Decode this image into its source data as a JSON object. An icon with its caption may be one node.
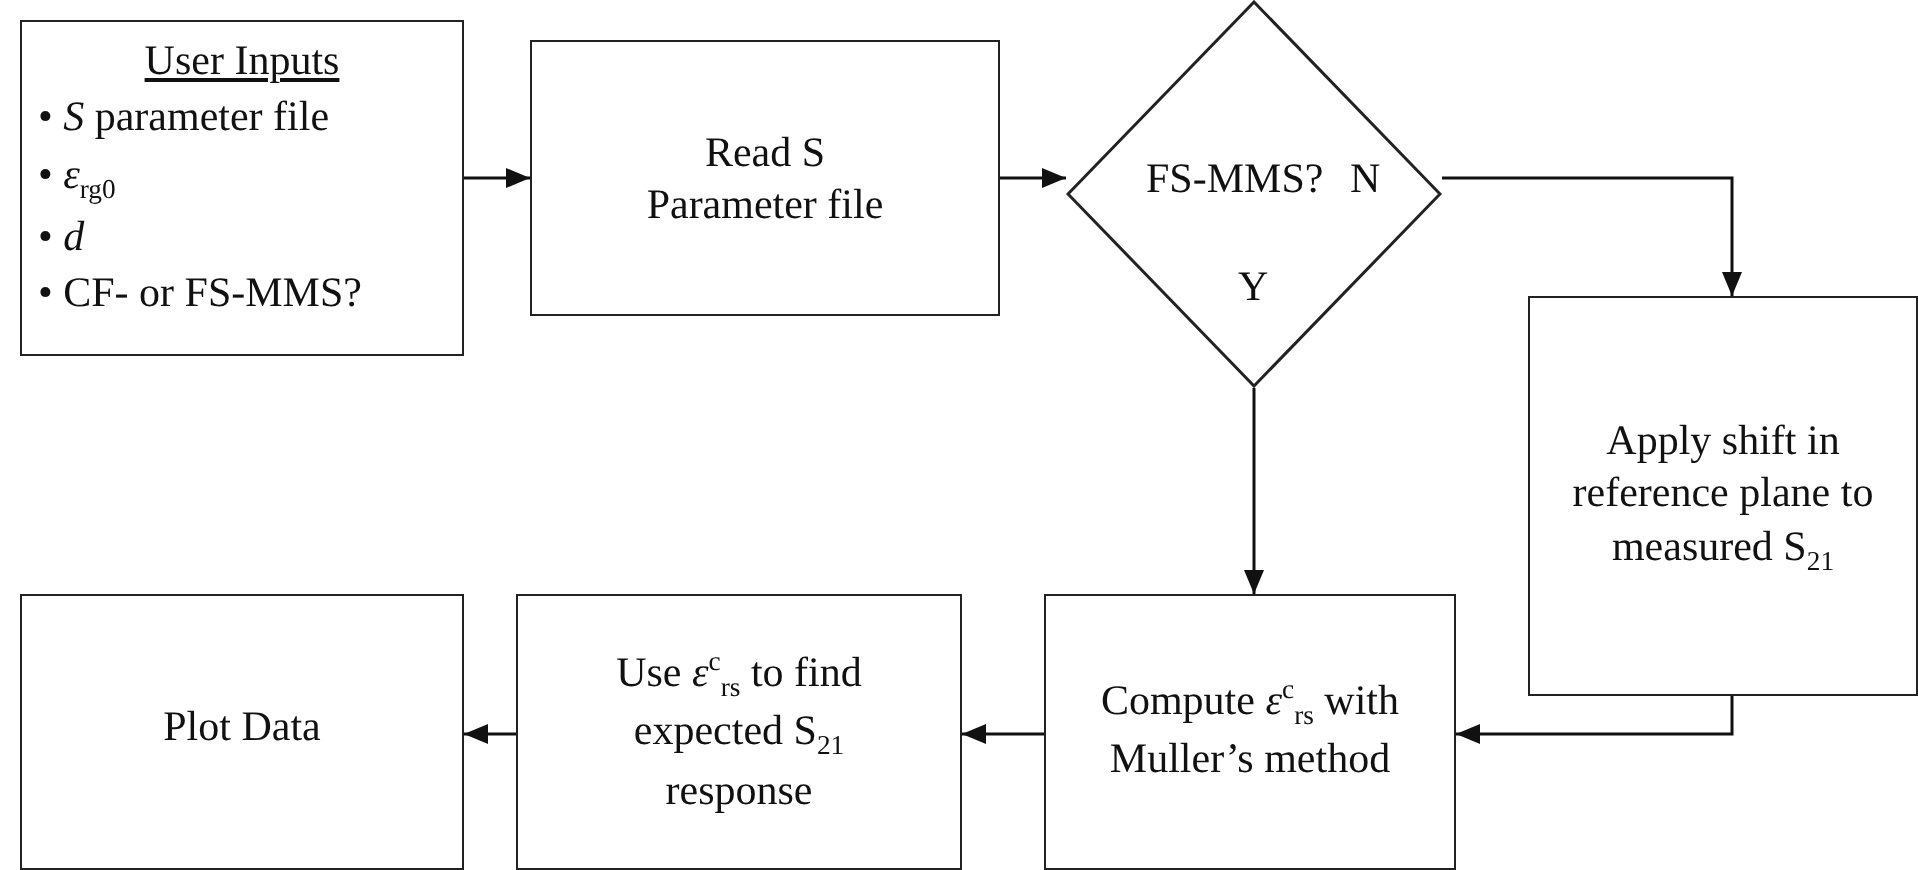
{
  "diagram": {
    "nodes": [
      {
        "text": [
          "User Inputs",
          "• *S* parameter file",
          "• *ε*$_{rg0}$",
          "• *d*",
          "• CF- or FS-MMS?"
        ]
      },
      {
        "text": [
          "Read S Parameter file"
        ]
      },
      {
        "text": [
          "FS-MMS?",
          "N",
          "Y"
        ]
      },
      {
        "text": [
          "Apply shift in reference plane to measured S$_{21}$"
        ]
      },
      {
        "text": [
          "Plot Data"
        ]
      },
      {
        "text": [
          "Use *ε*$^{c}$$_{rs}$ to find expected S$_{21}$ response"
        ]
      },
      {
        "text": [
          "Compute *ε*$^{c}$$_{rs}$ with Muller’s method"
        ]
      }
    ],
    "edges": [
      {
        "from": 0,
        "to": 1,
        "arrow": "to"
      },
      {
        "from": 1,
        "to": 2,
        "arrow": "to"
      },
      {
        "from": 2,
        "to": 3,
        "arrow": "to"
      },
      {
        "from": 2,
        "to": 6,
        "arrow": "to"
      },
      {
        "from": 3,
        "to": 6,
        "arrow": "to"
      },
      {
        "from": 6,
        "to": 5,
        "arrow": "to"
      },
      {
        "from": 5,
        "to": 4,
        "arrow": "to"
      }
    ]
  }
}
